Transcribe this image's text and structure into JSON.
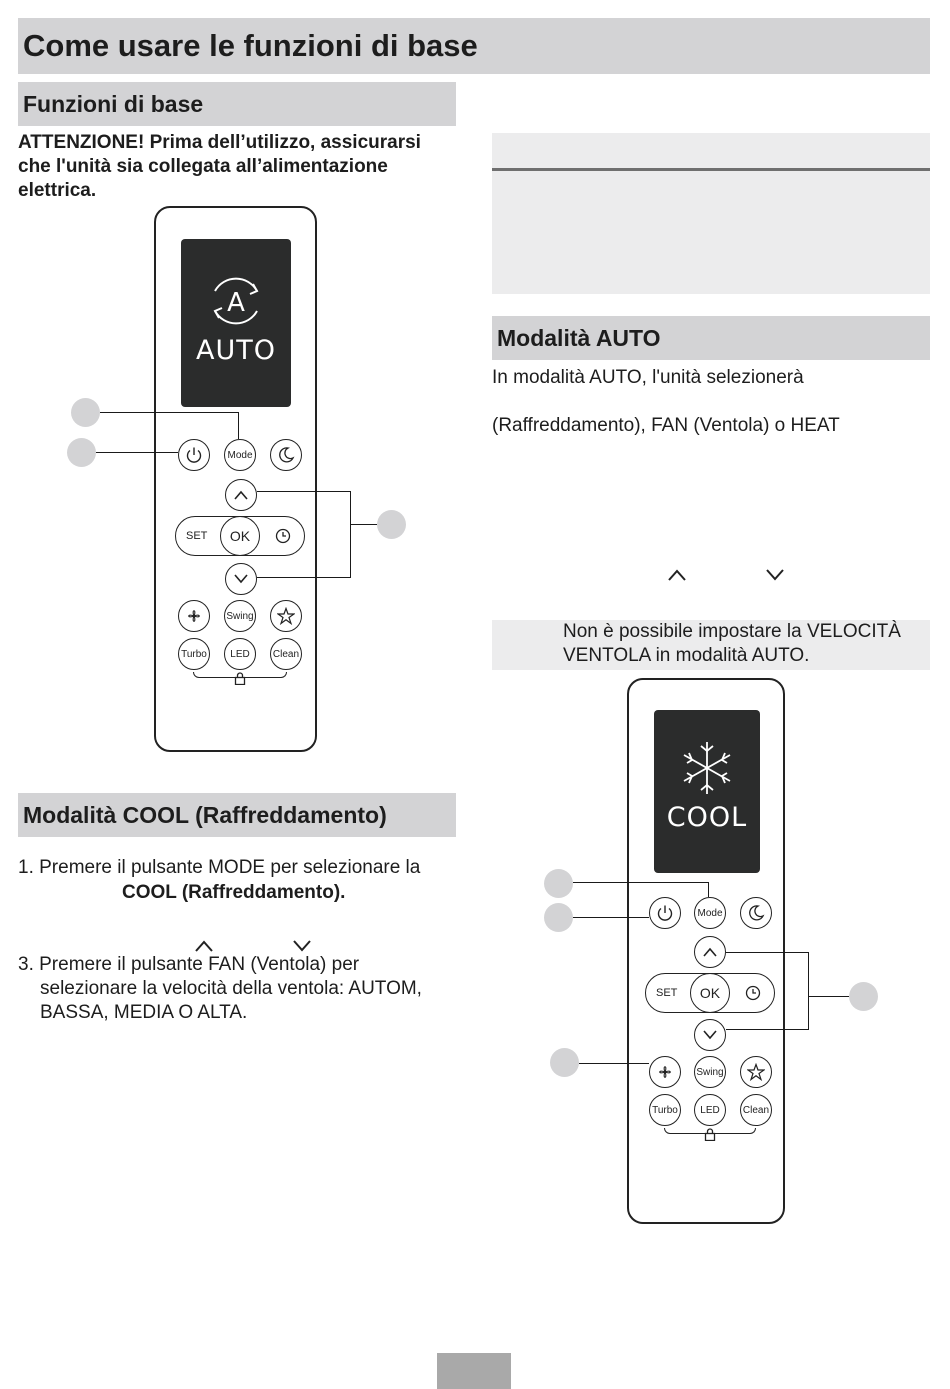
{
  "header": {
    "title": "Come usare le funzioni di base"
  },
  "left": {
    "section_title": "Funzioni di base",
    "warning": "ATTENZIONE! Prima dell’utilizzo, assicurarsi che l'unità sia collegata all’alimentazione elettrica.",
    "cool_section_title": "Modalità COOL (Raffreddamento)",
    "cool_step1_prefix": "1. Premere il pulsante MODE per selezionare la",
    "cool_step1_bold": "COOL (Raffreddamento).",
    "cool_step3_line1": "3. Premere il pulsante FAN (Ventola) per",
    "cool_step3_line2": "selezionare la velocità della ventola: AUTOM,",
    "cool_step3_line3": "BASSA, MEDIA O ALTA."
  },
  "right": {
    "auto_section_title": "Modalità AUTO",
    "auto_line1": "In modalità AUTO, l'unità selezionerà",
    "auto_line2": "(Raffreddamento), FAN (Ventola) o HEAT",
    "note_line1": "Non è possibile impostare la VELOCITÀ",
    "note_line2": "VENTOLA in modalità AUTO."
  },
  "remote_auto": {
    "display_text": "AUTO",
    "display_letter": "A",
    "buttons": {
      "mode": "Mode",
      "set": "SET",
      "ok": "OK",
      "swing": "Swing",
      "turbo": "Turbo",
      "led": "LED",
      "clean": "Clean"
    }
  },
  "remote_cool": {
    "display_text": "COOL",
    "buttons": {
      "mode": "Mode",
      "set": "SET",
      "ok": "OK",
      "swing": "Swing",
      "turbo": "Turbo",
      "led": "LED",
      "clean": "Clean"
    }
  },
  "icons": [
    "power-icon",
    "sleep-icon",
    "up-arrow-icon",
    "down-arrow-icon",
    "timer-icon",
    "fan-icon",
    "star-icon",
    "lock-icon",
    "snowflake-icon",
    "auto-cycle-icon"
  ],
  "colors": {
    "section_bar": "#d3d3d5",
    "lcd": "#2b2c2c",
    "text": "#1d1d1d"
  }
}
